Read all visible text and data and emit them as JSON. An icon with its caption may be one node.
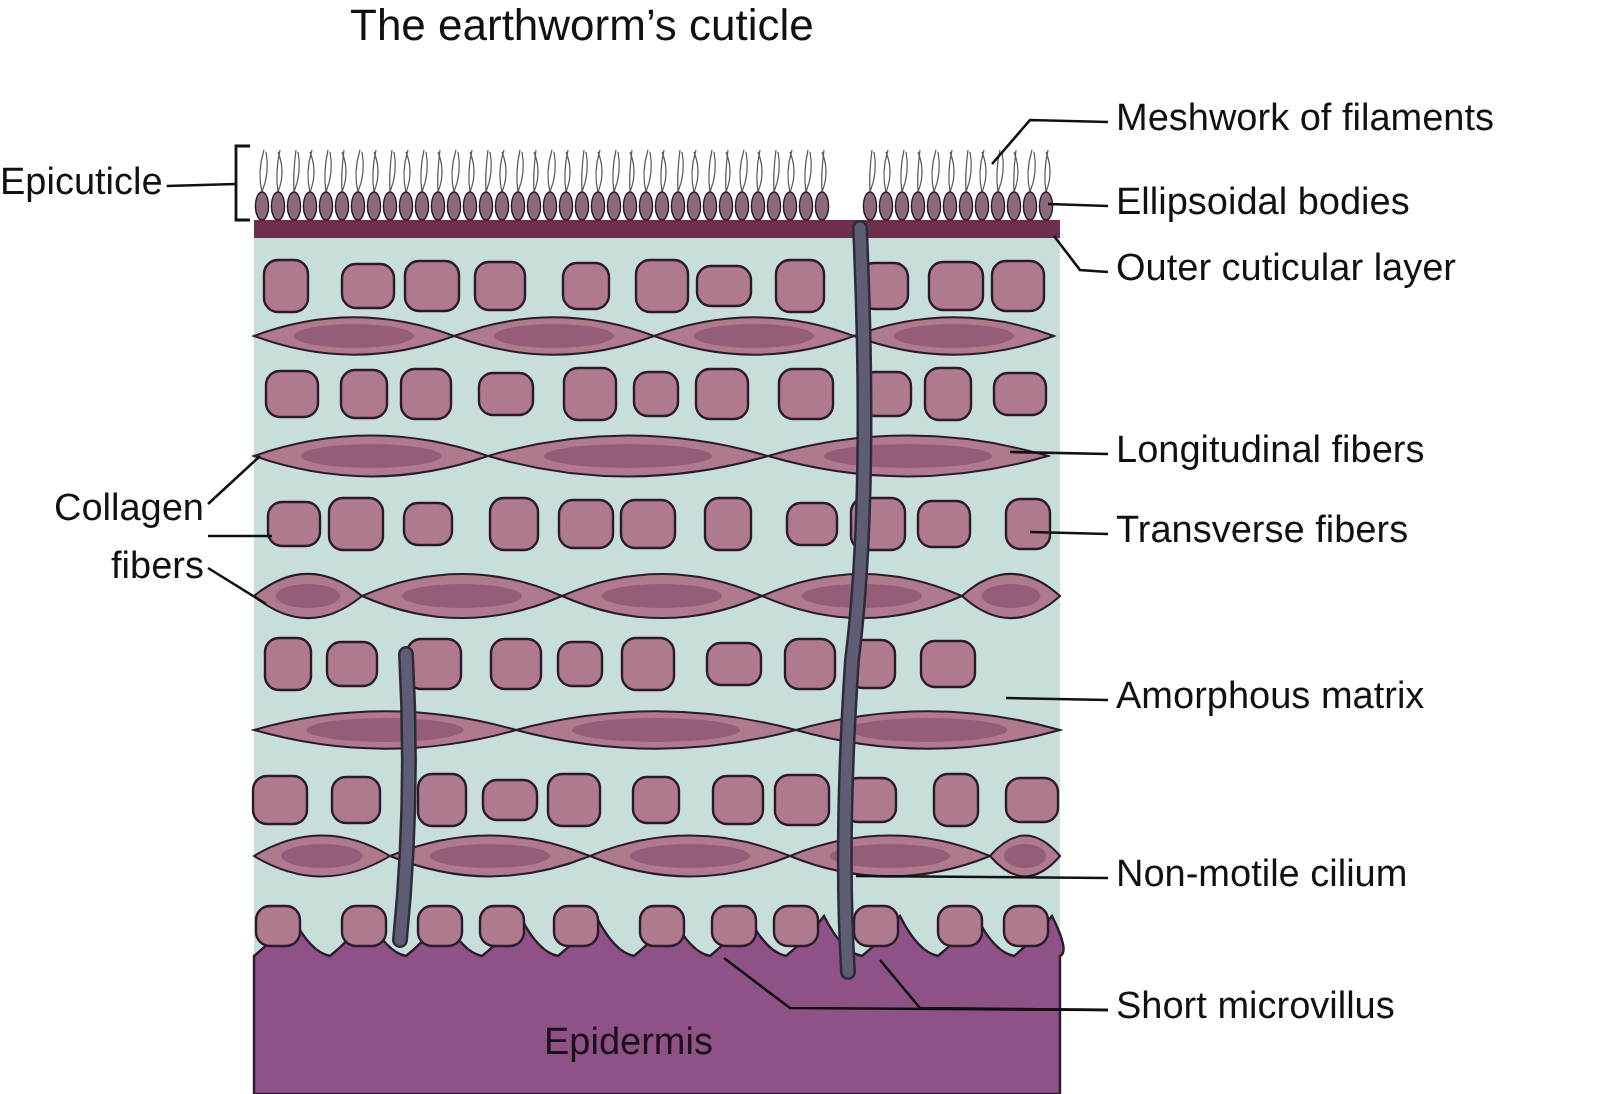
{
  "diagram": {
    "title": "The earthworm’s cuticle",
    "nodes": [
      {
        "text": [
          "Epicuticle"
        ]
      },
      {
        "text": [
          "Meshwork of filaments"
        ]
      },
      {
        "text": [
          "Ellipsoidal bodies"
        ]
      },
      {
        "text": [
          "Outer cuticular layer"
        ]
      },
      {
        "text": [
          "Collagen fibers"
        ]
      },
      {
        "text": [
          "Longitudinal fibers"
        ]
      },
      {
        "text": [
          "Transverse fibers"
        ]
      },
      {
        "text": [
          "Amorphous matrix"
        ]
      },
      {
        "text": [
          "Non-motile cilium"
        ]
      },
      {
        "text": [
          "Short microvillus"
        ]
      }
    ],
    "edges": [
      {
        "from": 0,
        "to": null,
        "arrow": "none"
      },
      {
        "from": 1,
        "to": null,
        "arrow": "none"
      },
      {
        "from": 2,
        "to": null,
        "arrow": "none"
      },
      {
        "from": 3,
        "to": null,
        "arrow": "none"
      },
      {
        "from": 4,
        "to": null,
        "arrow": "none"
      },
      {
        "from": 4,
        "to": null,
        "arrow": "none"
      },
      {
        "from": 4,
        "to": null,
        "arrow": "none"
      },
      {
        "from": 5,
        "to": null,
        "arrow": "none"
      },
      {
        "from": 6,
        "to": null,
        "arrow": "none"
      },
      {
        "from": 7,
        "to": null,
        "arrow": "none"
      },
      {
        "from": 8,
        "to": null,
        "arrow": "none"
      },
      {
        "from": 9,
        "to": null,
        "arrow": "none"
      },
      {
        "from": 9,
        "to": null,
        "arrow": "none"
      }
    ],
    "labels": [
      "Epidermis"
    ]
  }
}
